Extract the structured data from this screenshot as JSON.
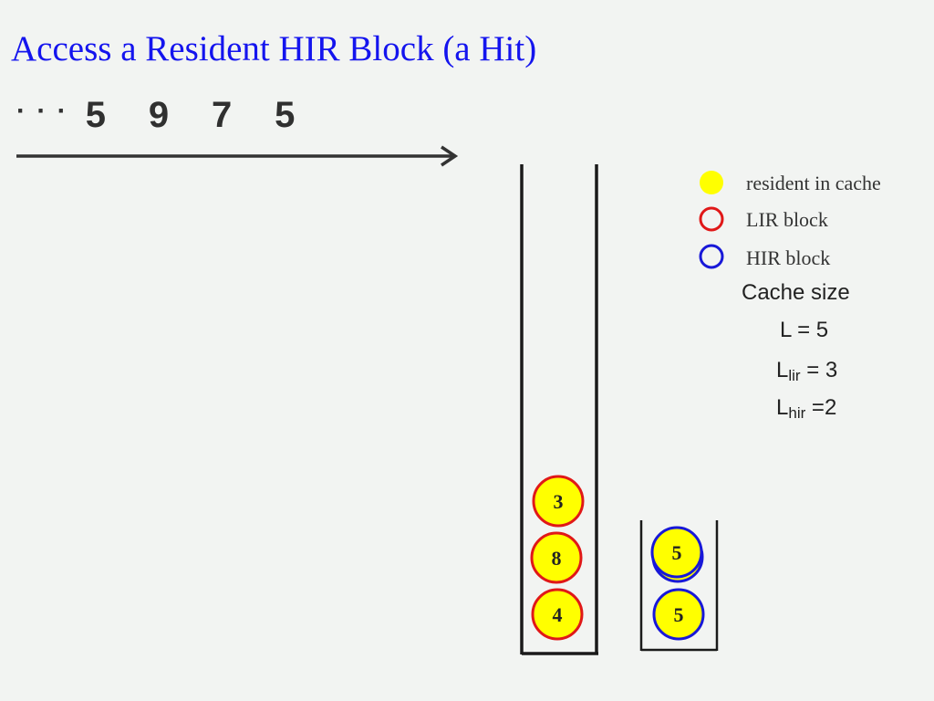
{
  "title": "Access a Resident HIR Block (a Hit)",
  "sequence": {
    "ellipsis": "· · ·",
    "items": [
      "5",
      "9",
      "7",
      "5"
    ]
  },
  "stack_s": {
    "blocks": [
      {
        "label": "3",
        "type": "LIR",
        "resident": true
      },
      {
        "label": "8",
        "type": "LIR",
        "resident": true
      },
      {
        "label": "4",
        "type": "LIR",
        "resident": true
      }
    ]
  },
  "stack_q": {
    "blocks": [
      {
        "label": "5",
        "type": "HIR",
        "resident": true
      },
      {
        "label": "5",
        "type": "HIR",
        "resident": true
      }
    ]
  },
  "legend": {
    "resident": "resident in cache",
    "lir": "LIR block",
    "hir": "HIR block"
  },
  "cache_info": {
    "heading": "Cache size",
    "l_total": "L = 5",
    "l_lir_base": "L",
    "l_lir_sub": "lir",
    "l_lir_value": " = 3",
    "l_hir_base": "L",
    "l_hir_sub": "hir",
    "l_hir_value": " =2"
  },
  "colors": {
    "title": "#1414ee",
    "resident_fill": "#ffff00",
    "lir_border": "#e01818",
    "hir_border": "#1818d8",
    "stack_line": "#1a1a1a"
  }
}
